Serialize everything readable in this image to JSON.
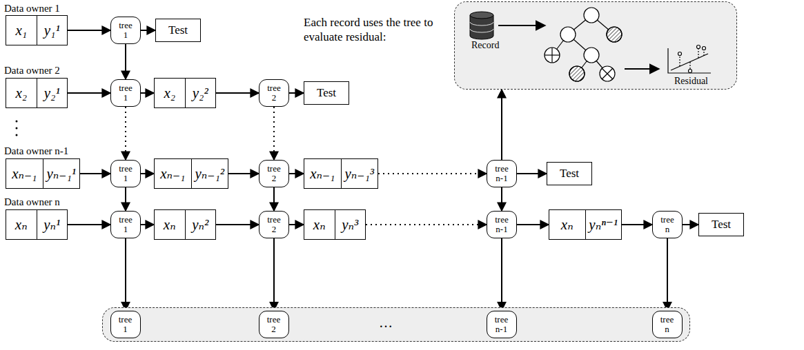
{
  "diagram": {
    "nodes": [
      {
        "text": [
          "x₁",
          "y₁¹"
        ]
      },
      {
        "text": [
          "tree 1"
        ]
      },
      {
        "text": [
          "Test"
        ]
      },
      {
        "text": [
          "x₂",
          "y₂¹"
        ]
      },
      {
        "text": [
          "tree 1"
        ]
      },
      {
        "text": [
          "x₂",
          "y₂²"
        ]
      },
      {
        "text": [
          "tree 2"
        ]
      },
      {
        "text": [
          "Test"
        ]
      },
      {
        "text": [
          "xₙ₋₁",
          "yₙ₋₁¹"
        ]
      },
      {
        "text": [
          "tree 1"
        ]
      },
      {
        "text": [
          "xₙ₋₁",
          "yₙ₋₁²"
        ]
      },
      {
        "text": [
          "tree 2"
        ]
      },
      {
        "text": [
          "xₙ₋₁",
          "yₙ₋₁³"
        ]
      },
      {
        "text": [
          "tree n-1"
        ]
      },
      {
        "text": [
          "Test"
        ]
      },
      {
        "text": [
          "xₙ",
          "yₙ¹"
        ]
      },
      {
        "text": [
          "tree 1"
        ]
      },
      {
        "text": [
          "xₙ",
          "yₙ²"
        ]
      },
      {
        "text": [
          "tree 2"
        ]
      },
      {
        "text": [
          "xₙ",
          "yₙ³"
        ]
      },
      {
        "text": [
          "tree n-1"
        ]
      },
      {
        "text": [
          "xₙ",
          "yₙⁿ⁻¹"
        ]
      },
      {
        "text": [
          "tree n"
        ]
      },
      {
        "text": [
          "Test"
        ]
      },
      {
        "text": [
          "Record",
          "Residual"
        ]
      },
      {
        "text": [
          "…"
        ]
      },
      {
        "text": [
          "tree 1"
        ],
        "in": 25
      },
      {
        "text": [
          "tree 2"
        ],
        "in": 25
      },
      {
        "text": [
          "tree n-1"
        ],
        "in": 25
      },
      {
        "text": [
          "tree n"
        ],
        "in": 25
      }
    ],
    "edges": [
      {
        "from": 0,
        "to": 1,
        "arrow": "to"
      },
      {
        "from": 1,
        "to": 2,
        "arrow": "to"
      },
      {
        "from": 1,
        "to": 4,
        "arrow": "to"
      },
      {
        "from": 3,
        "to": 4,
        "arrow": "to"
      },
      {
        "from": 4,
        "to": 5,
        "arrow": "to"
      },
      {
        "from": 5,
        "to": 6,
        "arrow": "to"
      },
      {
        "from": 6,
        "to": 7,
        "arrow": "to"
      },
      {
        "from": 4,
        "to": 9,
        "arrow": "to"
      },
      {
        "from": 6,
        "to": 11,
        "arrow": "to"
      },
      {
        "from": 8,
        "to": 9,
        "arrow": "to"
      },
      {
        "from": 9,
        "to": 10,
        "arrow": "to"
      },
      {
        "from": 10,
        "to": 11,
        "arrow": "to"
      },
      {
        "from": 11,
        "to": 12,
        "arrow": "to"
      },
      {
        "from": 12,
        "to": 13,
        "arrow": "to"
      },
      {
        "from": 13,
        "to": 14,
        "arrow": "to"
      },
      {
        "from": 13,
        "to": 24,
        "arrow": "to"
      },
      {
        "from": 9,
        "to": 16,
        "arrow": "to"
      },
      {
        "from": 11,
        "to": 18,
        "arrow": "to"
      },
      {
        "from": 13,
        "to": 20,
        "arrow": "to"
      },
      {
        "from": 15,
        "to": 16,
        "arrow": "to"
      },
      {
        "from": 16,
        "to": 17,
        "arrow": "to"
      },
      {
        "from": 17,
        "to": 18,
        "arrow": "to"
      },
      {
        "from": 18,
        "to": 19,
        "arrow": "to"
      },
      {
        "from": 19,
        "to": 20,
        "arrow": "to"
      },
      {
        "from": 20,
        "to": 21,
        "arrow": "to"
      },
      {
        "from": 21,
        "to": 22,
        "arrow": "to"
      },
      {
        "from": 22,
        "to": 23,
        "arrow": "to"
      },
      {
        "from": 16,
        "to": 26,
        "arrow": "to"
      },
      {
        "from": 18,
        "to": 27,
        "arrow": "to"
      },
      {
        "from": 20,
        "to": 28,
        "arrow": "to"
      },
      {
        "from": 22,
        "to": 29,
        "arrow": "to"
      }
    ],
    "labels": [
      "Data owner 1",
      "Data owner 2",
      "Data owner n-1",
      "Data owner n",
      "Each record uses the tree to evaluate residual:"
    ]
  }
}
